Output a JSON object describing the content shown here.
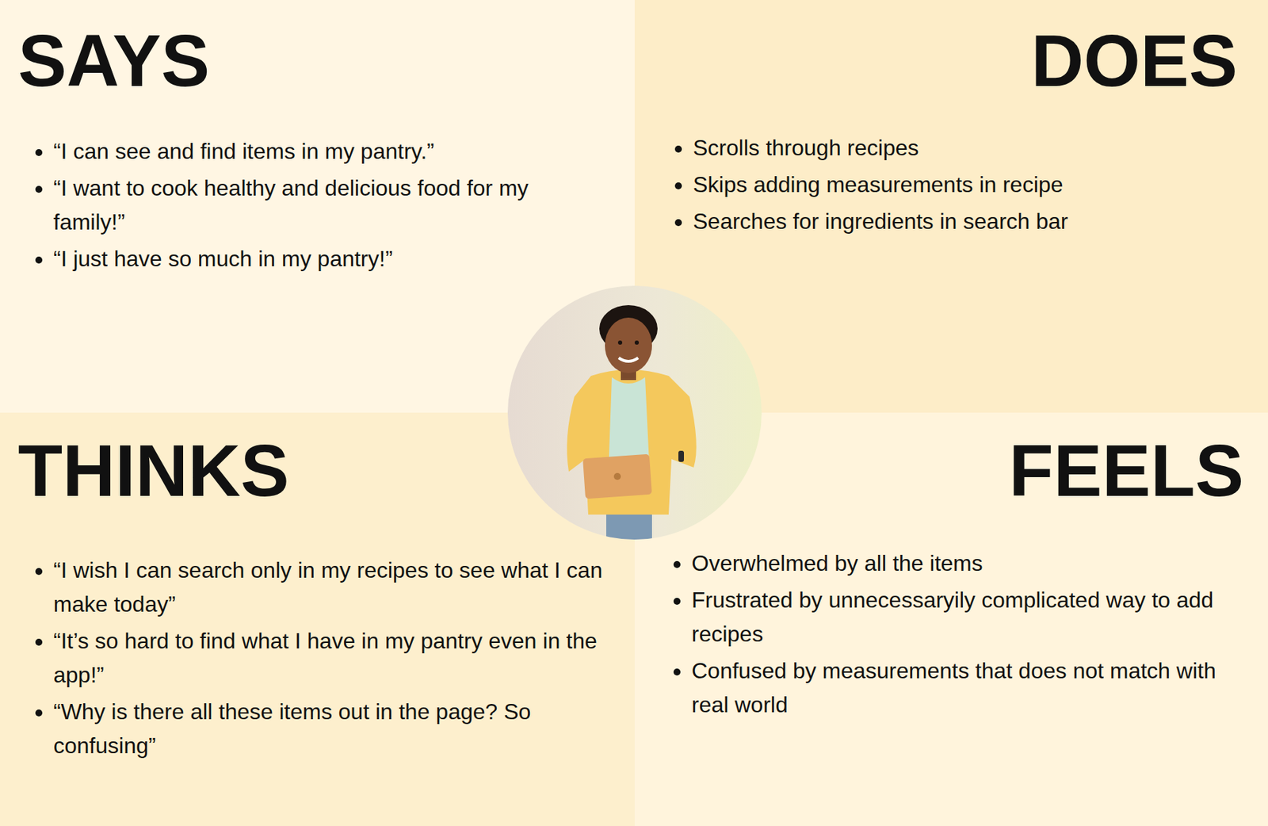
{
  "diagram": {
    "nodes": [
      {
        "text": [
          "SAYS",
          "“I can see and find items in my pantry.”",
          "“I want to cook healthy and delicious food for my family!”",
          "“I just have so much in my pantry!”"
        ]
      },
      {
        "text": [
          "DOES",
          "Scrolls through recipes",
          "Skips adding measurements in recipe",
          "Searches for ingredients in search bar"
        ]
      },
      {
        "text": [
          "THINKS",
          "“I wish I can search only in my recipes to see what I can make today”",
          "“It’s so hard to find what I have in my pantry even in the app!”",
          "“Why is there all these items out in the page? So confusing”"
        ]
      },
      {
        "text": [
          "FEELS",
          "Overwhelmed by all the items",
          "Frustrated by unnecessaryily complicated way to add recipes",
          "Confused by measurements that does not match with real world"
        ]
      }
    ]
  }
}
